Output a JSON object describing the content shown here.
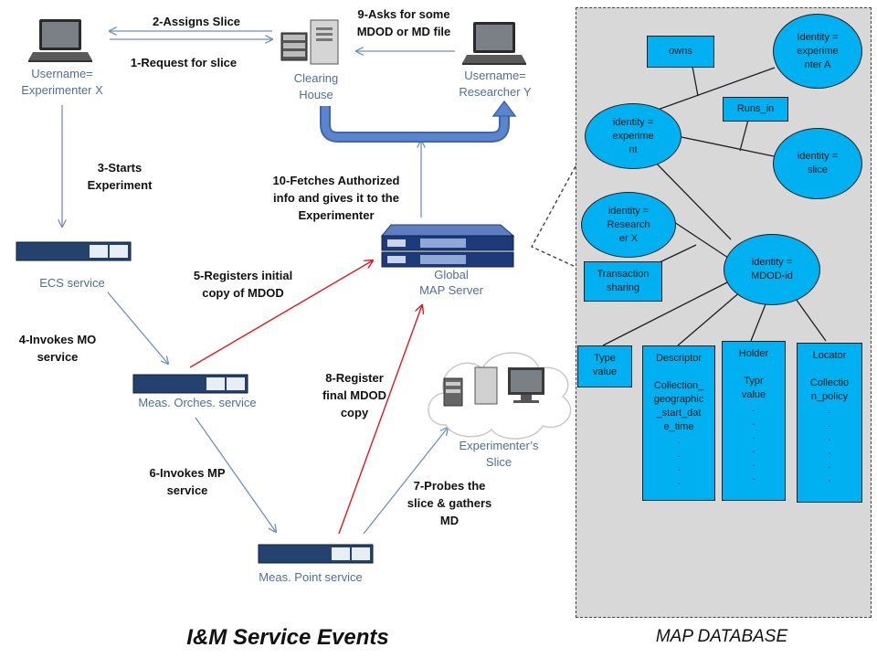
{
  "title": "I&M Service Events",
  "nodes": {
    "experimenter_x": "Username=\nExperimenter X",
    "clearing_house": "Clearing\nHouse",
    "researcher_y": "Username=\nResearcher Y",
    "ecs_service": "ECS service",
    "global_map": "Global\nMAP Server",
    "meas_orches": "Meas. Orches. service",
    "experimenter_slice": "Experimenter’s\nSlice",
    "meas_point": "Meas. Point service"
  },
  "events": {
    "e1": "1-Request for slice",
    "e2": "2-Assigns Slice",
    "e3": "3-Starts\nExperiment",
    "e4": "4-Invokes MO\nservice",
    "e5": "5-Registers initial\ncopy of MDOD",
    "e6": "6-Invokes MP\nservice",
    "e7": "7-Probes the\nslice & gathers\nMD",
    "e8": "8-Register\nfinal MDOD\ncopy",
    "e9": "9-Asks for some\nMDOD or MD file",
    "e10": "10-Fetches Authorized\ninfo and gives it to the\nExperimenter"
  },
  "database": {
    "title": "MAP DATABASE",
    "owns": "owns",
    "identity_exp_a": "Identity =\nexperime\nnter A",
    "runs_in": "Runs_in",
    "identity_exp": "identity =\nexperime\nnt",
    "identity_slice": "identity =\nslice",
    "identity_research_x": "identity =\nResearch\ner X",
    "transaction_sharing": "Transaction\nsharing",
    "identity_mdod": "identity =\nMDOD-id",
    "type_value": "Type\nvalue",
    "descriptor": "Descriptor\n\nCollection_\ngeographic\n_start_dat\ne_time\n.\n.\n.\n.",
    "holder": "Holder\n\nTypr\nvalue\n.\n.\n.\n.\n.\n.",
    "locator": "Locator\n\nCollectio\nn_policy\n.\n.\n.\n.\n.\n."
  },
  "colors": {
    "flow_arrow": "#6f8fc4",
    "red_arrow": "#e0191e",
    "db_fill": "#00b0f0",
    "panel": "#d8d8d8"
  }
}
